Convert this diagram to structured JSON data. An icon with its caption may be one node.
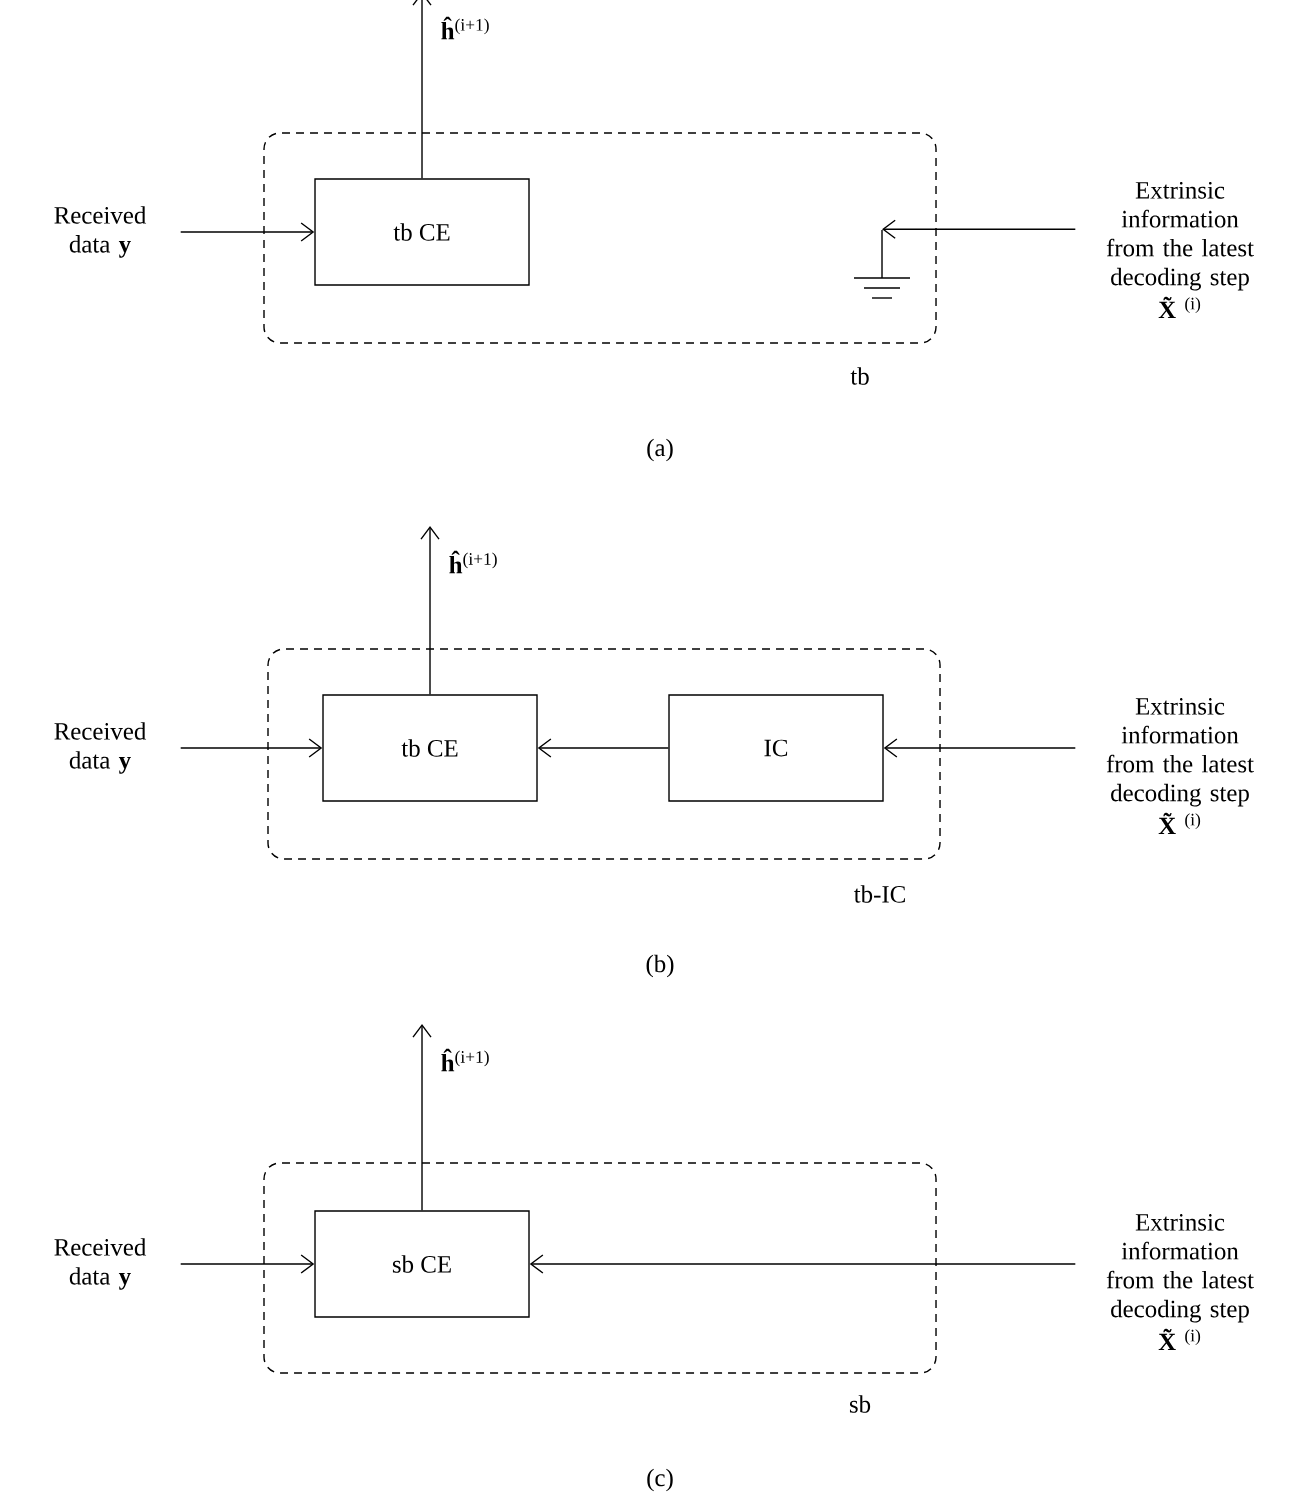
{
  "diagram": {
    "nodes": [
      {
        "text": [
          "tb"
        ]
      },
      {
        "text": [
          "tb CE"
        ],
        "in": 0
      },
      {
        "text": [
          "Received data **y**"
        ]
      },
      {
        "text": [
          "Extrinsic information from the latest decoding step",
          "**X̃**$^{(i)}$"
        ]
      },
      {
        "text": [],
        "shape": "ground",
        "in": 0
      },
      {
        "text": [
          "tb-IC"
        ]
      },
      {
        "text": [
          "tb CE"
        ],
        "in": 5
      },
      {
        "text": [
          "IC"
        ],
        "in": 5
      },
      {
        "text": [
          "Received data **y**"
        ]
      },
      {
        "text": [
          "Extrinsic information from the latest decoding step",
          "**X̃**$^{(i)}$"
        ]
      },
      {
        "text": [
          "sb"
        ]
      },
      {
        "text": [
          "sb CE"
        ],
        "in": 10
      },
      {
        "text": [
          "Received data **y**"
        ]
      },
      {
        "text": [
          "Extrinsic information from the latest decoding step",
          "**X̃**$^{(i)}$"
        ]
      }
    ],
    "edges": [
      {
        "from": 2,
        "to": 1,
        "arrow": "to"
      },
      {
        "from": 3,
        "to": 4,
        "arrow": "to"
      },
      {
        "from": 1,
        "to": null,
        "arrow": "to",
        "label": "**ĥ**$^{(i+1)}$"
      },
      {
        "from": 8,
        "to": 6,
        "arrow": "to"
      },
      {
        "from": 9,
        "to": 7,
        "arrow": "to"
      },
      {
        "from": 7,
        "to": 6,
        "arrow": "to"
      },
      {
        "from": 6,
        "to": null,
        "arrow": "to",
        "label": "**ĥ**$^{(i+1)}$"
      },
      {
        "from": 12,
        "to": 11,
        "arrow": "to"
      },
      {
        "from": 13,
        "to": 11,
        "arrow": "to"
      },
      {
        "from": 11,
        "to": null,
        "arrow": "to",
        "label": "**ĥ**$^{(i+1)}$"
      }
    ],
    "labels": [
      "(a)",
      "(b)",
      "(c)"
    ]
  }
}
